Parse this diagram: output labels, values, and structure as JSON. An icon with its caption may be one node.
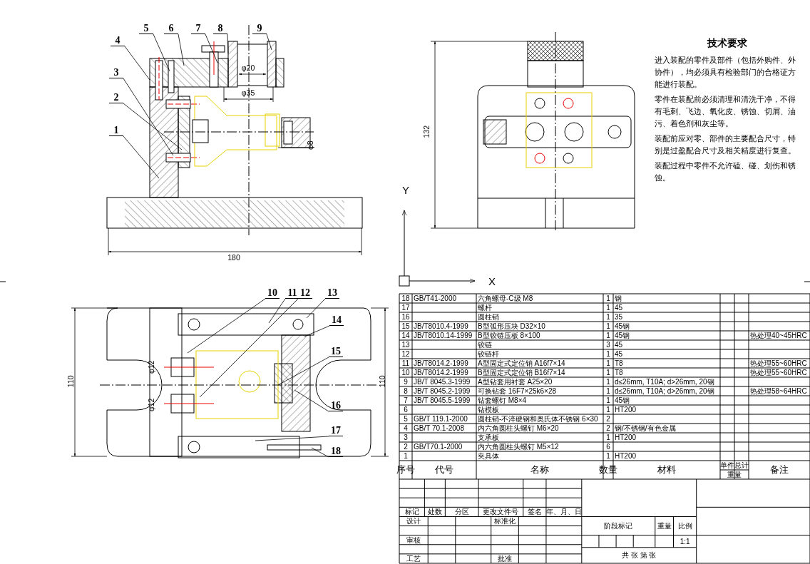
{
  "diagram": {
    "nodes": [
      {
        "text": [
          "5"
        ]
      },
      {
        "text": [
          "6"
        ]
      },
      {
        "text": [
          "7"
        ]
      },
      {
        "text": [
          "8"
        ]
      },
      {
        "text": [
          "9"
        ]
      },
      {
        "text": [
          "4"
        ]
      },
      {
        "text": [
          "3"
        ]
      },
      {
        "text": [
          "2"
        ]
      },
      {
        "text": [
          "1"
        ]
      },
      {
        "text": [
          "10"
        ]
      },
      {
        "text": [
          "11"
        ]
      },
      {
        "text": [
          "12"
        ]
      },
      {
        "text": [
          "13"
        ]
      },
      {
        "text": [
          "14"
        ]
      },
      {
        "text": [
          "15"
        ]
      },
      {
        "text": [
          "16"
        ]
      },
      {
        "text": [
          "17"
        ]
      },
      {
        "text": [
          "18"
        ]
      }
    ],
    "edges": [
      {
        "from": 0,
        "to": null,
        "arrow": "none"
      },
      {
        "from": 1,
        "to": null,
        "arrow": "none"
      },
      {
        "from": 2,
        "to": null,
        "arrow": "none"
      },
      {
        "from": 3,
        "to": null,
        "arrow": "none"
      },
      {
        "from": 4,
        "to": null,
        "arrow": "none"
      },
      {
        "from": 5,
        "to": null,
        "arrow": "none"
      },
      {
        "from": 6,
        "to": null,
        "arrow": "none"
      },
      {
        "from": 7,
        "to": null,
        "arrow": "none"
      },
      {
        "from": 8,
        "to": null,
        "arrow": "none"
      },
      {
        "from": 9,
        "to": null,
        "arrow": "none"
      },
      {
        "from": 10,
        "to": null,
        "arrow": "none"
      },
      {
        "from": 11,
        "to": null,
        "arrow": "none"
      },
      {
        "from": 12,
        "to": null,
        "arrow": "none"
      },
      {
        "from": 13,
        "to": null,
        "arrow": "none"
      },
      {
        "from": 14,
        "to": null,
        "arrow": "none"
      },
      {
        "from": 15,
        "to": null,
        "arrow": "none"
      },
      {
        "from": 16,
        "to": null,
        "arrow": "none"
      },
      {
        "from": 17,
        "to": null,
        "arrow": "none"
      }
    ],
    "labels": [
      "φ20",
      "φ35",
      "φ8",
      "180",
      "132",
      "Y",
      "X",
      "110",
      "φ12",
      "φ12",
      "110",
      "技术要求",
      "进入装配的零件及部件（包括外购件、外协件），均必须具有检验部门的合格证方能进行装配。",
      "零件在装配前必须清理和清洗干净，不得有毛刺、飞边、氧化皮、锈蚀、切屑、油污、着色剂和灰尘等。",
      "装配前应对零、部件的主要配合尺寸，特别是过盈配合尺寸及相关精度进行复查。",
      "装配过程中零件不允许磕、碰、划伤和锈蚀。",
      "18",
      "GB/T41-2000",
      "六角螺母-C级 M8",
      "1",
      "钢",
      "17",
      "螺杆",
      "1",
      "45",
      "16",
      "圆柱销",
      "1",
      "35",
      "15",
      "JB/T8010.4-1999",
      "B型弧形压块 D32×10",
      "1",
      "45钢",
      "14",
      "JB/T8010.14-1999",
      "B型铰链压板 8×100",
      "1",
      "45钢",
      "热处理40~45HRC",
      "13",
      "铰链",
      "3",
      "45",
      "12",
      "铰链杆",
      "1",
      "45",
      "11",
      "JB/T8014.2-1999",
      "A型固定式定位销 A16f7×14",
      "1",
      "T8",
      "热处理55~60HRC",
      "10",
      "JB/T8014.2-1999",
      "B型固定式定位销 B16f7×14",
      "1",
      "T8",
      "热处理55~60HRC",
      "9",
      "JB/T 8045.3-1999",
      "A型钻套用衬套 A25×20",
      "1",
      "d≤26mm, T10A; d>26mm, 20钢",
      "8",
      "JB/T 8045.2-1999",
      "可换钻套 16F7×25k6×28",
      "1",
      "d≤26mm, T10A; d>26mm, 20钢",
      "热处理58~64HRC",
      "7",
      "JB/T 8045.5-1999",
      "钻套螺钉 M8×4",
      "1",
      "45钢",
      "6",
      "钻模板",
      "1",
      "HT200",
      "5",
      "GB/T 119.1-2000",
      "圆柱销-不淬硬钢和奥氏体不锈钢 6×30",
      "2",
      "4",
      "GB/T 70.1-2008",
      "内六角圆柱头螺钉 M6×20",
      "2",
      "钢/不锈钢/有色金属",
      "3",
      "支承板",
      "1",
      "HT200",
      "2",
      "GB/T70.1-2000",
      "内六角圆柱头螺钉 M5×12",
      "6",
      "1",
      "夹具体",
      "1",
      "HT200",
      "序号",
      "代号",
      "名称",
      "数量",
      "材料",
      "单件",
      "总计",
      "重量",
      "备注",
      "标记",
      "处数",
      "分区",
      "更改文件号",
      "签名",
      "年、月、日",
      "设计",
      "标准化",
      "阶段标记",
      "重量",
      "比例",
      "审核",
      "1:1",
      "工艺",
      "批准",
      "共 张 第 张"
    ]
  }
}
